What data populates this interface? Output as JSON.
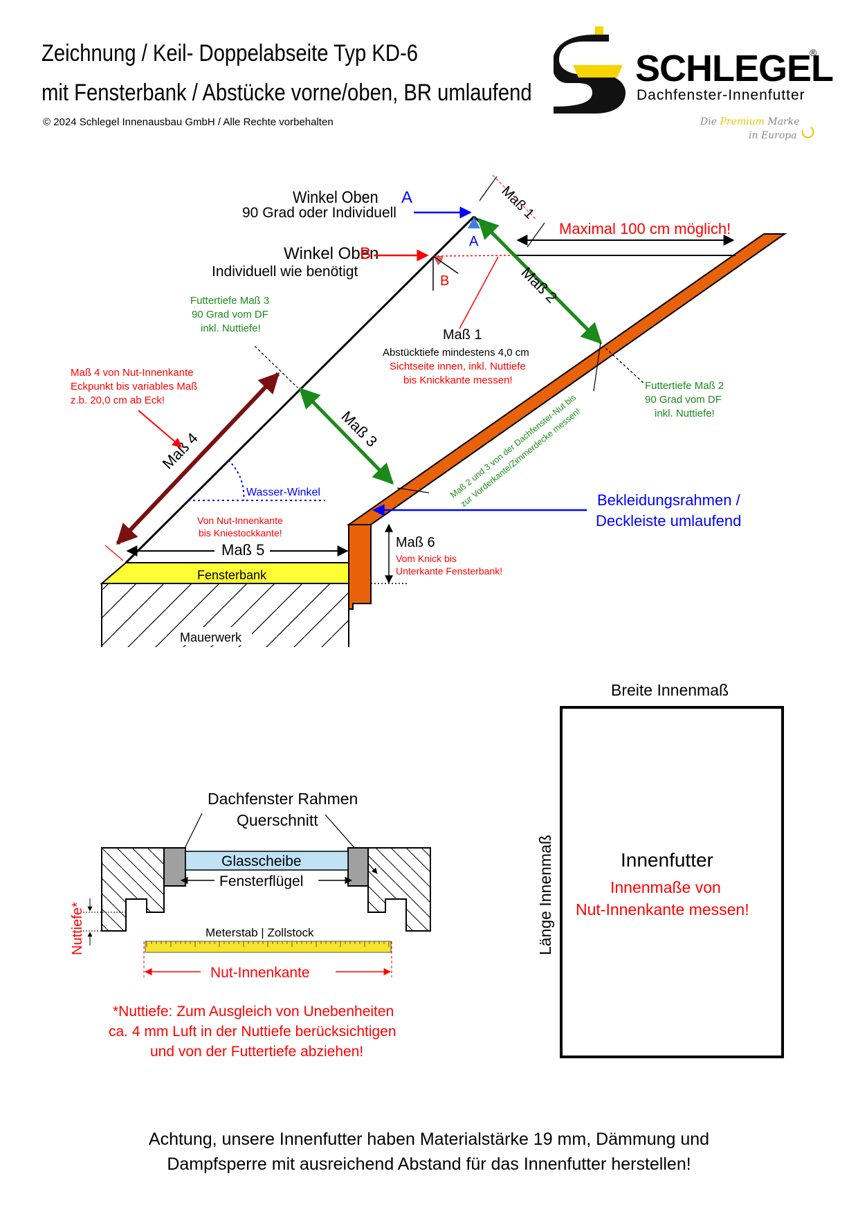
{
  "header": {
    "title_line1": "Zeichnung / Keil- Doppelabseite Typ KD-6",
    "title_line2": "mit Fensterbank / Abstücke vorne/oben, BR umlaufend",
    "copyright": "© 2024 Schlegel Innenausbau GmbH / Alle Rechte vorbehalten"
  },
  "logo": {
    "brand": "SCHLEGEL",
    "registered": "®",
    "subtitle": "Dachfenster-Innenfutter",
    "tagline_pre": "Die",
    "tagline_highlight": "Premium",
    "tagline_post": "Marke",
    "tagline_line2": "in Europa",
    "colors": {
      "yellow": "#f5d400",
      "black": "#111111"
    }
  },
  "diagram": {
    "winkel_a_title": "Winkel Oben",
    "winkel_a_letter": "A",
    "winkel_a_desc": "90 Grad oder Individuell",
    "winkel_b_title": "Winkel Oben",
    "winkel_b_letter": "B",
    "winkel_b_desc": "Individuell wie benötigt",
    "mass1": "Maß 1",
    "mass2": "Maß 2",
    "mass3": "Maß 3",
    "mass4": "Maß 4",
    "mass5": "Maß 5",
    "mass6": "Maß 6",
    "maximal": "Maximal 100 cm möglich!",
    "mass1_title": "Maß 1",
    "mass1_desc": "Abstücktiefe mindestens 4,0 cm",
    "mass1_red1": "Sichtseite innen, inkl. Nuttiefe",
    "mass1_red2": "bis Knickkante messen!",
    "ft3_l1": "Futtertiefe Maß 3",
    "ft3_l2": "90 Grad vom DF",
    "ft3_l3": "inkl. Nuttiefe!",
    "ft2_l1": "Futtertiefe Maß 2",
    "ft2_l2": "90 Grad vom DF",
    "ft2_l3": "inkl. Nuttiefe!",
    "mass4_l1": "Maß 4 von Nut-Innenkante",
    "mass4_l2": "Eckpunkt bis variables Maß",
    "mass4_l3": "z.b. 20,0 cm ab Eck!",
    "wasser": "Wasser-Winkel",
    "diag_note_l1": "Maß 2 und 3 von der Dachfenster-Nut bis",
    "diag_note_l2": "zur Vorderkante/Zimmerdecke messen!",
    "bekl_l1": "Bekleidungsrahmen /",
    "bekl_l2": "Deckleiste umlaufend",
    "nut_l1": "Von Nut-Innenkante",
    "nut_l2": "bis Kniestockkante!",
    "mass6_l1": "Vom Knick bis",
    "mass6_l2": "Unterkante Fensterbank!",
    "fensterbank": "Fensterbank",
    "mauerwerk": "Mauerwerk"
  },
  "cross_section": {
    "title_l1": "Dachfenster Rahmen",
    "title_l2": "Querschnitt",
    "glass": "Glasscheibe",
    "sash": "Fensterflügel",
    "nuttiefe": "Nuttiefe*",
    "ruler_label": "Meterstab | Zollstock",
    "nut_innenkante": "Nut-Innenkante",
    "note_l1": "*Nuttiefe: Zum Ausgleich von Unebenheiten",
    "note_l2": "ca. 4 mm Luft in der Nuttiefe berücksichtigen",
    "note_l3": "und von der Futtertiefe abziehen!"
  },
  "box": {
    "width_label": "Breite Innenmaß",
    "length_label": "Länge Innenmaß",
    "title": "Innenfutter",
    "red_l1": "Innenmaße von",
    "red_l2": "Nut-Innenkante messen!"
  },
  "footer": {
    "line1": "Achtung, unsere Innenfutter haben Materialstärke 19 mm, Dämmung und",
    "line2": "Dampfsperre mit ausreichend Abstand für das Innenfutter herstellen!"
  },
  "colors": {
    "red": "#ff0000",
    "green": "#1a8a1a",
    "blue": "#0000ff",
    "darkred": "#7a1010",
    "orange": "#e8620a",
    "yellow": "#ffff33",
    "glass": "#bfe2f5",
    "ruler": "#f5e52a"
  }
}
